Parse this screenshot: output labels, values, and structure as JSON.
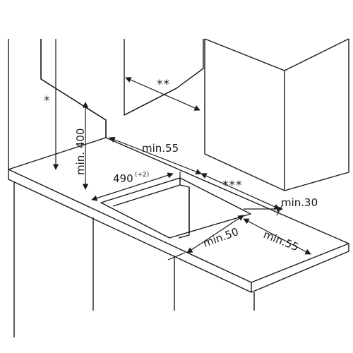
{
  "diagram": {
    "labels": {
      "star_single": "*",
      "star_double": "**",
      "star_triple": "***",
      "min_400": "min. 400",
      "min_55_back": "min.55",
      "width_490": "490",
      "width_490_tolerance": "(+2)",
      "min_30": "min.30",
      "min_50": "min.50",
      "min_55_front": "min.55"
    },
    "colors": {
      "outline": "#1a1a1a",
      "panel_fill": "#ffffff",
      "shadow_fill": "#e6e6e6",
      "background": "#ffffff"
    }
  }
}
